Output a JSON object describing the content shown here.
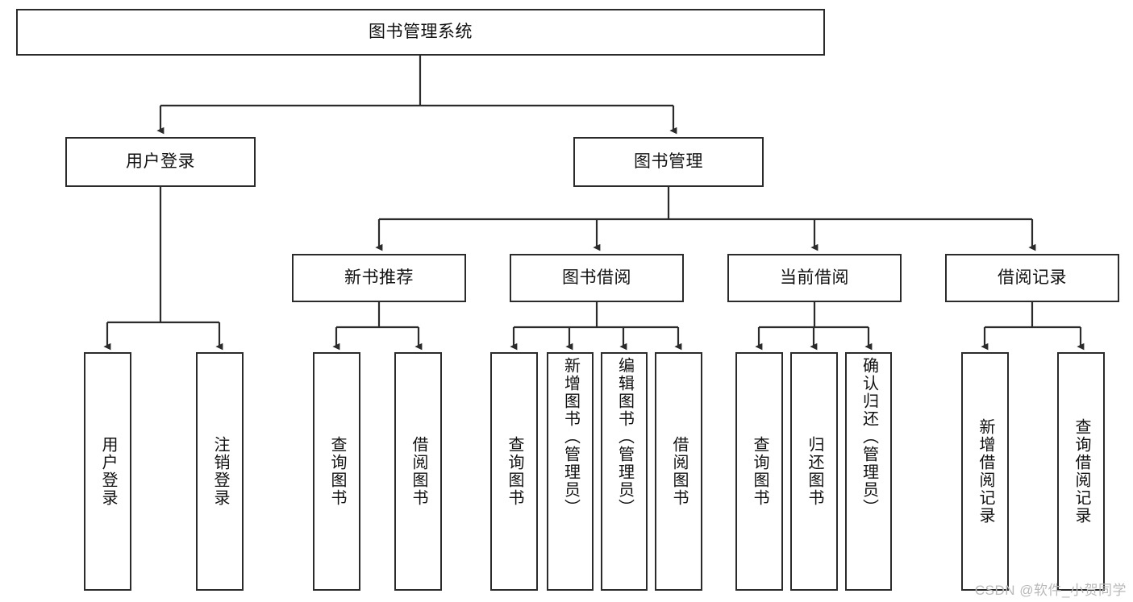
{
  "diagram": {
    "title": "图书管理系统",
    "type": "hierarchy-tree",
    "root": {
      "id": "root",
      "label": "图书管理系统"
    },
    "level1": [
      {
        "id": "user-login",
        "label": "用户登录"
      },
      {
        "id": "book-manage",
        "label": "图书管理"
      }
    ],
    "level2": [
      {
        "id": "new-book-recommend",
        "label": "新书推荐",
        "parent": "book-manage"
      },
      {
        "id": "book-borrow",
        "label": "图书借阅",
        "parent": "book-manage"
      },
      {
        "id": "current-borrow",
        "label": "当前借阅",
        "parent": "book-manage"
      },
      {
        "id": "borrow-record",
        "label": "借阅记录",
        "parent": "book-manage"
      }
    ],
    "leaves": [
      {
        "id": "leaf-user-login",
        "label": "用户登录",
        "parent": "user-login"
      },
      {
        "id": "leaf-user-logout",
        "label": "注销登录",
        "parent": "user-login"
      },
      {
        "id": "leaf-query-book-1",
        "label": "查询图书",
        "parent": "new-book-recommend"
      },
      {
        "id": "leaf-borrow-book-1",
        "label": "借阅图书",
        "parent": "new-book-recommend"
      },
      {
        "id": "leaf-query-book-2",
        "label": "查询图书",
        "parent": "book-borrow"
      },
      {
        "id": "leaf-add-book",
        "label": "新增图书（管理员）",
        "parent": "book-borrow"
      },
      {
        "id": "leaf-edit-book",
        "label": "编辑图书（管理员）",
        "parent": "book-borrow"
      },
      {
        "id": "leaf-borrow-book-2",
        "label": "借阅图书",
        "parent": "book-borrow"
      },
      {
        "id": "leaf-query-book-3",
        "label": "查询图书",
        "parent": "current-borrow"
      },
      {
        "id": "leaf-return-book",
        "label": "归还图书",
        "parent": "current-borrow"
      },
      {
        "id": "leaf-confirm-return",
        "label": "确认归还（管理员）",
        "parent": "current-borrow"
      },
      {
        "id": "leaf-add-record",
        "label": "新增借阅记录",
        "parent": "borrow-record"
      },
      {
        "id": "leaf-query-record",
        "label": "查询借阅记录",
        "parent": "borrow-record"
      }
    ],
    "watermark": "CSDN @软件_小贺同学",
    "colors": {
      "border": "#2b2b2b",
      "background": "#ffffff",
      "text": "#111111",
      "watermark": "#b9b9b9"
    }
  }
}
